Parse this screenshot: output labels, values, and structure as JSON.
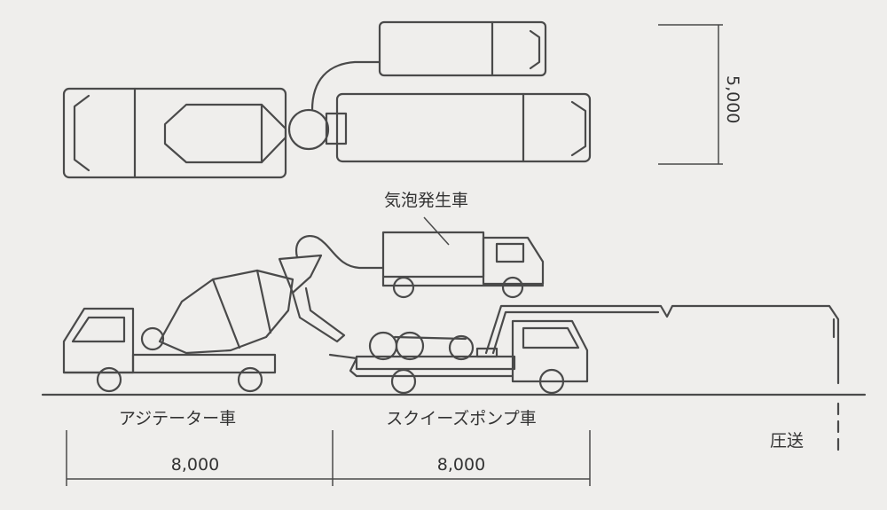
{
  "diagram": {
    "labels": {
      "foam_truck": "気泡発生車",
      "agitator_truck": "アジテーター車",
      "squeeze_pump_truck": "スクイーズポンプ車",
      "pumping": "圧送"
    },
    "dimensions": {
      "width_top_view": "5,000",
      "agitator_length": "8,000",
      "pump_length": "8,000"
    },
    "colors": {
      "line": "#4a4a4a",
      "background": "#efeeec"
    }
  }
}
